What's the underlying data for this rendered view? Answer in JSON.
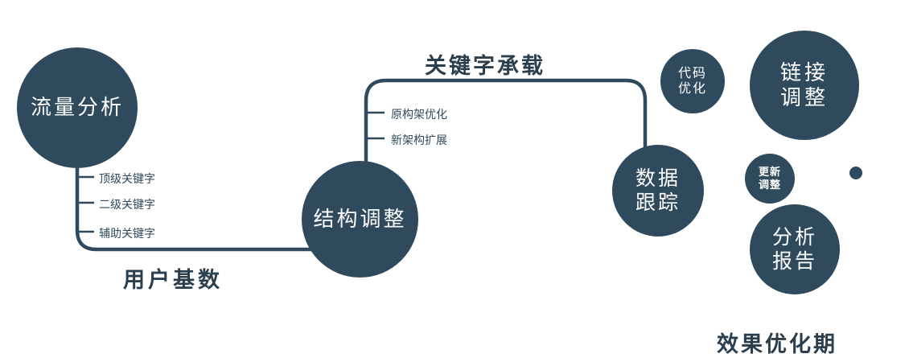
{
  "colors": {
    "node_fill": "#2e4a5c",
    "node_text": "#ffffff",
    "line": "#2e4a5c",
    "label_text": "#2b3e4e"
  },
  "nodes": {
    "traffic": {
      "label": "流量分析"
    },
    "structure": {
      "label": "结构调整"
    },
    "tracking": {
      "line1": "数据",
      "line2": "跟踪"
    },
    "code": {
      "line1": "代码",
      "line2": "优化"
    },
    "link": {
      "line1": "链接",
      "line2": "调整"
    },
    "update": {
      "line1": "更新",
      "line2": "调整"
    },
    "report": {
      "line1": "分析",
      "line2": "报告"
    }
  },
  "edge_labels": {
    "user_base": "用户基数",
    "keyword_carry": "关键字承载",
    "effect_period": "效果优化期"
  },
  "branches": {
    "traffic": [
      "顶级关键字",
      "二级关键字",
      "辅助关键字"
    ],
    "structure": [
      "原构架优化",
      "新架构扩展"
    ]
  }
}
